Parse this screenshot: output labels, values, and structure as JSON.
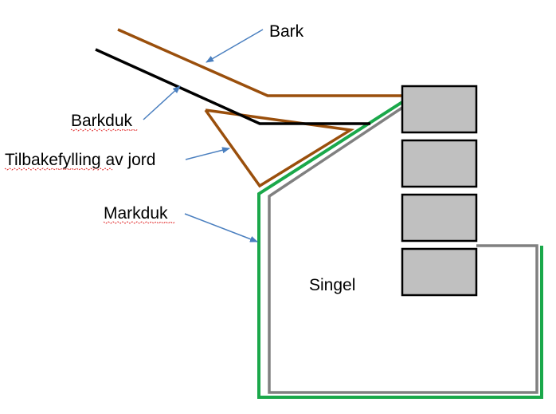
{
  "labels": {
    "bark": "Bark",
    "barkduk": "Barkduk",
    "tilbakefylling": "Tilbakefylling av jord",
    "markduk": "Markduk",
    "singel": "Singel"
  },
  "colors": {
    "bark": "#9a4f0c",
    "barkduk": "#000000",
    "soil": "#9a4f0c",
    "markduk": "#1aa84a",
    "inner_wall": "#808080",
    "block_fill": "#c0c0c0",
    "block_stroke": "#000000",
    "arrow": "#4a7fbf",
    "spellcheck": "#e02020"
  }
}
